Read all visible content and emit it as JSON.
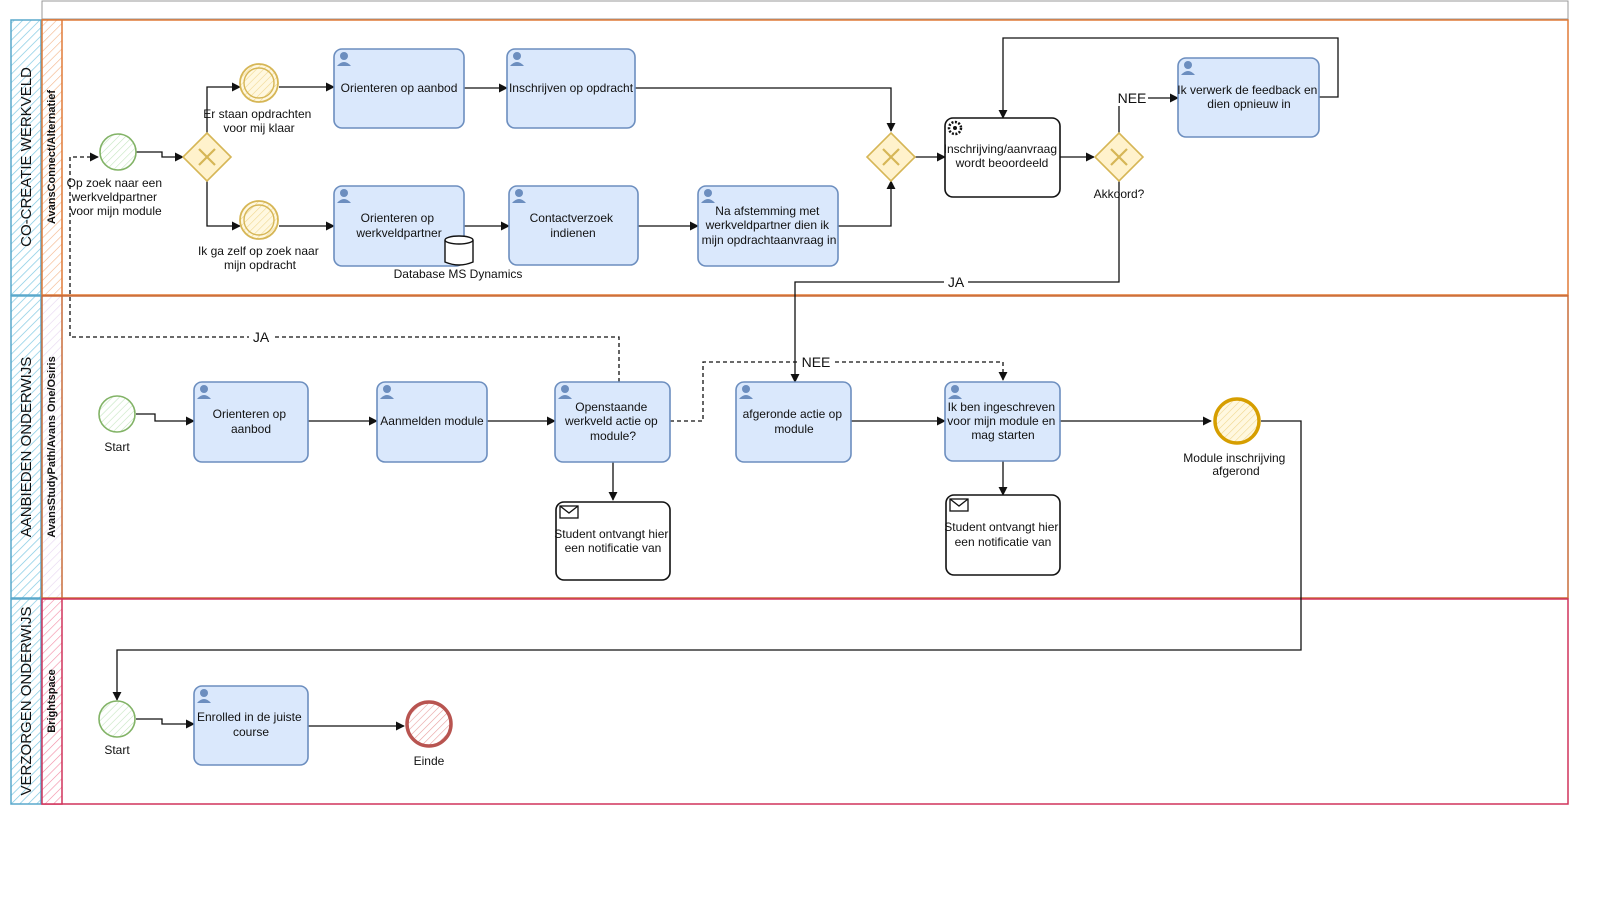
{
  "lanes": [
    {
      "title": "CO-CREATIE WERKVELD",
      "subtitle": "AvansConnect/Alternatief",
      "color": "#e07b39",
      "pool_color": "#7ec8e3"
    },
    {
      "title": "AANBIEDEN ONDERWIJS",
      "subtitle": "AvansStudyPath/Avans One/Osiris",
      "color": "#c96d3a",
      "pool_color": "#7ec8e3"
    },
    {
      "title": "VERZORGEN ONDERWIJS",
      "subtitle": "Brightspace",
      "color": "#d1335b",
      "pool_color": "#7ec8e3"
    }
  ],
  "events": {
    "start_werkveld": {
      "label_lines": [
        "Op zoek naar een",
        "werkveldpartner",
        "voor mijn module"
      ]
    },
    "mid_opdrachten": {
      "label_lines": [
        "Er staan opdrachten",
        "voor mij klaar"
      ]
    },
    "mid_zelf": {
      "label_lines": [
        "Ik ga zelf op zoek naar",
        "mijn opdracht"
      ]
    },
    "start_aanbieden": {
      "label_lines": [
        "Start"
      ]
    },
    "end_inschrijving": {
      "label_lines": [
        "Module inschrijving",
        "afgerond"
      ]
    },
    "start_verzorgen": {
      "label_lines": [
        "Start"
      ]
    },
    "end_einde": {
      "label_lines": [
        "Einde"
      ]
    }
  },
  "tasks": {
    "orienteren_aanbod_1": {
      "label_lines": [
        "Orienteren op aanbod"
      ]
    },
    "inschrijven_opdracht": {
      "label_lines": [
        "Inschrijven op opdracht"
      ]
    },
    "orienteren_werkveldpartner": {
      "label_lines": [
        "Orienteren op",
        "werkveldpartner"
      ]
    },
    "contactverzoek": {
      "label_lines": [
        "Contactverzoek",
        "indienen"
      ]
    },
    "na_afstemming": {
      "label_lines": [
        "Na afstemming met",
        "werkveldpartner dien ik",
        "mijn opdrachtaanvraag in"
      ]
    },
    "beoordeeld": {
      "label_lines": [
        "Inschrijving/aanvraag",
        "wordt beoordeeld"
      ]
    },
    "feedback": {
      "label_lines": [
        "Ik verwerk de feedback en",
        "dien opnieuw in"
      ]
    },
    "orienteren_aanbod_2": {
      "label_lines": [
        "Orienteren op",
        "aanbod"
      ]
    },
    "aanmelden_module": {
      "label_lines": [
        "Aanmelden module"
      ]
    },
    "openstaande_actie": {
      "label_lines": [
        "Openstaande",
        "werkveld actie op",
        "module?"
      ]
    },
    "afgeronde_actie": {
      "label_lines": [
        "afgeronde actie op",
        "module"
      ]
    },
    "ingeschreven": {
      "label_lines": [
        "Ik ben ingeschreven",
        "voor mijn module en",
        "mag starten"
      ]
    },
    "notificatie_1": {
      "label_lines": [
        "Student ontvangt hier",
        "een notificatie van"
      ]
    },
    "notificatie_2": {
      "label_lines": [
        "Student ontvangt hier",
        "een notificatie van"
      ]
    },
    "enrolled": {
      "label_lines": [
        "Enrolled in de juiste",
        "course"
      ]
    }
  },
  "gateways": {
    "akkoord": {
      "label": "Akkoord?"
    }
  },
  "datastore": {
    "label": "Database MS Dynamics"
  },
  "edge_labels": {
    "nee_top": "NEE",
    "ja_akkoord": "JA",
    "ja_open": "JA",
    "nee_open": "NEE"
  }
}
